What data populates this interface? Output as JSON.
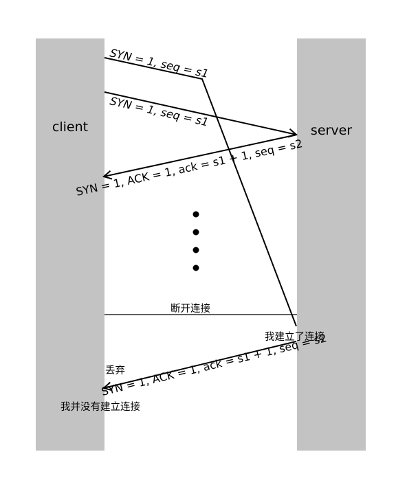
{
  "colors": {
    "lane": "#c3c3c3",
    "line": "#000000",
    "background": "#ffffff"
  },
  "labels": {
    "client": "client",
    "server": "server",
    "msg_syn_1": "SYN = 1, seq = s1",
    "msg_syn_2": "SYN = 1, seq = s1",
    "msg_synack_1": "SYN = 1, ACK = 1, ack = s1 + 1, seq = s2",
    "msg_synack_2": "SYN = 1, ACK = 1, ack = s1 + 1, seq = s2",
    "disconnect": "断开连接",
    "server_connected": "我建立了连接",
    "discard": "丢弃",
    "client_not_connected": "我并没有建立连接"
  },
  "ellipsis_dot_count": 4
}
